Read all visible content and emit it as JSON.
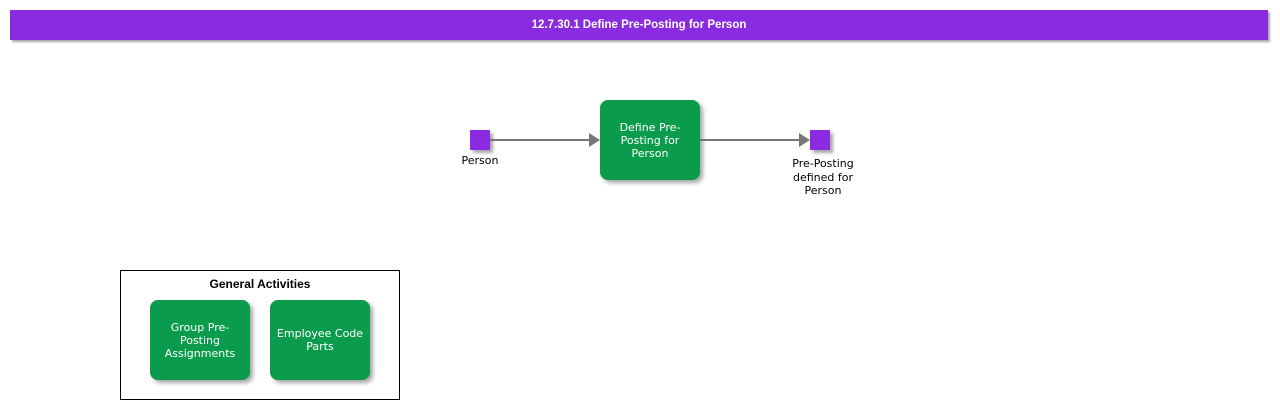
{
  "title_bar": {
    "text": "12.7.30.1 Define Pre-Posting for Person"
  },
  "flow": {
    "start_event": {
      "label": "Person"
    },
    "activity": {
      "label": "Define Pre-\nPosting for\nPerson"
    },
    "end_event": {
      "label": "Pre-Posting\ndefined for\nPerson"
    }
  },
  "general_activities": {
    "title": "General Activities",
    "items": [
      {
        "label": "Group Pre-\nPosting\nAssignments"
      },
      {
        "label": "Employee Code\nParts"
      }
    ]
  },
  "colors": {
    "title_bar_bg": "#8A2BE2",
    "title_text": "#FFFFFF",
    "event_fill": "#8A2BE2",
    "activity_fill": "#0B9B4D",
    "activity_text": "#FFFFFF",
    "arrow": "#777777",
    "label_text": "#000000"
  }
}
